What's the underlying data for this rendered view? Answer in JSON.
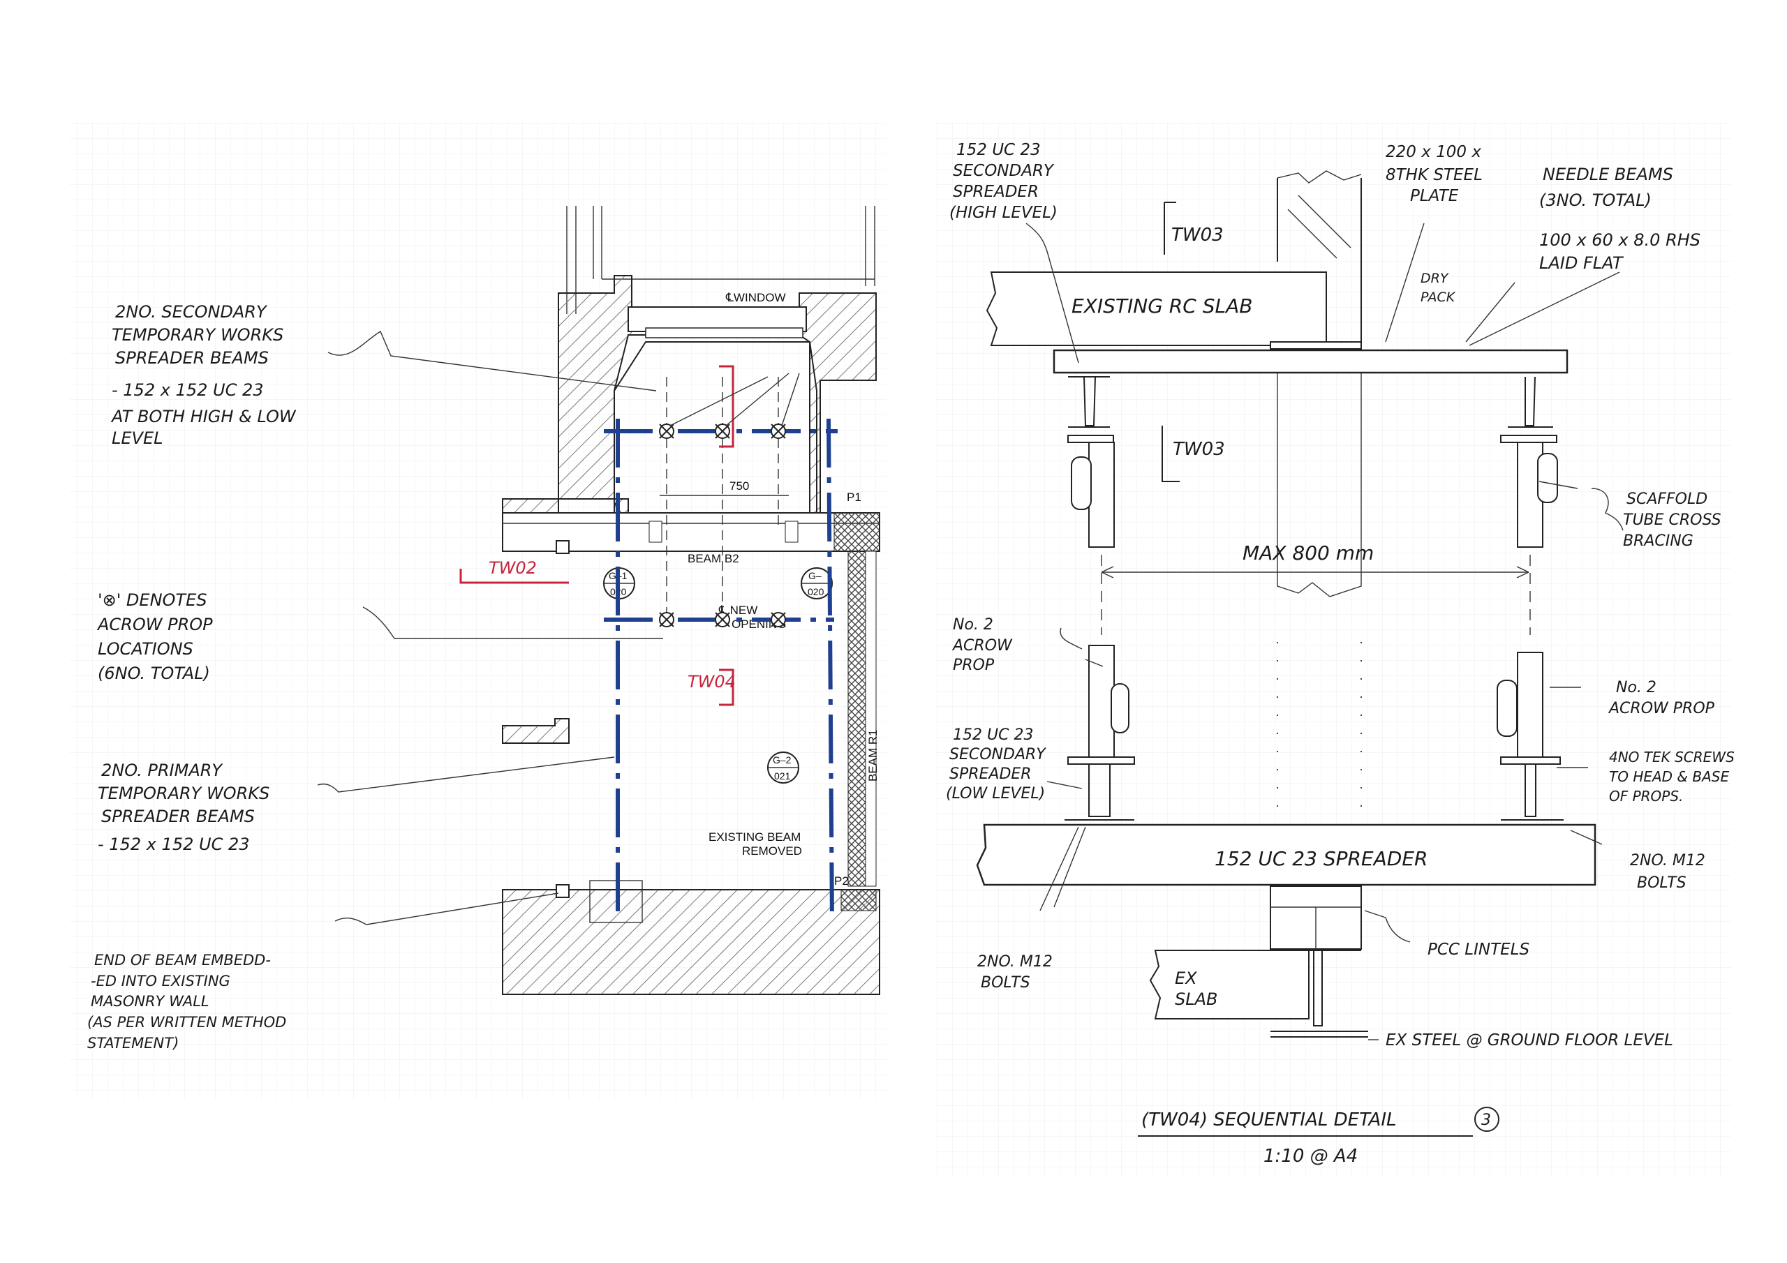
{
  "colors": {
    "markup_blue": "#1f3f8f",
    "markup_red": "#c8243c",
    "ink": "#1a1a1a",
    "grid": "#eeeeee",
    "hatch": "#777777"
  },
  "plan": {
    "window_label": "℄WINDOW",
    "dim_750": "750",
    "beam_b2": "BEAM B2",
    "new_opening_1": "℄ NEW",
    "new_opening_2": "OPENING",
    "p1": "P1",
    "p2": "P2",
    "beam_r1": "BEAM R1",
    "existing_beam_1": "EXISTING BEAM",
    "existing_beam_2": "REMOVED",
    "g1_top": "G–1",
    "g1_bot": "020",
    "g1b_top": "G–",
    "g1b_bot": "020",
    "g2_top": "G–2",
    "g2_bot": "021",
    "tw02": "TW02",
    "tw04": "TW04"
  },
  "plan_notes": {
    "secondary_1": "2NO. SECONDARY",
    "secondary_2": "TEMPORARY WORKS",
    "secondary_3": "SPREADER BEAMS",
    "secondary_4": "- 152 x 152 UC 23",
    "secondary_5": "AT BOTH HIGH & LOW",
    "secondary_6": "LEVEL",
    "denotes_1": "'⊗' DENOTES",
    "denotes_2": "ACROW PROP",
    "denotes_3": "LOCATIONS",
    "denotes_4": "(6NO. TOTAL)",
    "primary_1": "2NO. PRIMARY",
    "primary_2": "TEMPORARY WORKS",
    "primary_3": "SPREADER BEAMS",
    "primary_4": "- 152 x 152 UC 23",
    "end_1": "END OF BEAM EMBEDD-",
    "end_2": "-ED INTO EXISTING",
    "end_3": "MASONRY WALL",
    "end_4": "(AS PER WRITTEN METHOD",
    "end_5": "STATEMENT)"
  },
  "section_notes": {
    "uc_high_1": "152 UC 23",
    "uc_high_2": "SECONDARY",
    "uc_high_3": "SPREADER",
    "uc_high_4": "(HIGH LEVEL)",
    "plate_1": "220 x 100 x",
    "plate_2": "8THK STEEL",
    "plate_3": "PLATE",
    "needle_1": "NEEDLE BEAMS",
    "needle_2": "(3NO. TOTAL)",
    "needle_3": "100 x 60 x 8.0 RHS",
    "needle_4": "LAID FLAT",
    "tw03_top": "TW03",
    "tw03_mid": "TW03",
    "existing_rc": "EXISTING RC SLAB",
    "dry_pack_1": "DRY",
    "dry_pack_2": "PACK",
    "scaffold_1": "SCAFFOLD",
    "scaffold_2": "TUBE CROSS",
    "scaffold_3": "BRACING",
    "max_800": "MAX 800 mm",
    "prop_left_1": "No. 2",
    "prop_left_2": "ACROW",
    "prop_left_3": "PROP",
    "prop_right_1": "No. 2",
    "prop_right_2": "ACROW PROP",
    "uc_low_1": "152 UC 23",
    "uc_low_2": "SECONDARY",
    "uc_low_3": "SPREADER",
    "uc_low_4": "(LOW LEVEL)",
    "tek_1": "4NO TEK SCREWS",
    "tek_2": "TO HEAD & BASE",
    "tek_3": "OF PROPS.",
    "spreader": "152 UC 23 SPREADER",
    "bolts_right_1": "2NO. M12",
    "bolts_right_2": "BOLTS",
    "bolts_left_1": "2NO. M12",
    "bolts_left_2": "BOLTS",
    "pcc": "PCC LINTELS",
    "ex_slab_1": "EX",
    "ex_slab_2": "SLAB",
    "ex_steel": "EX STEEL @ GROUND FLOOR LEVEL"
  },
  "title": {
    "line1": "(TW04) SEQUENTIAL DETAIL",
    "number": "3",
    "scale": "1:10 @ A4"
  }
}
